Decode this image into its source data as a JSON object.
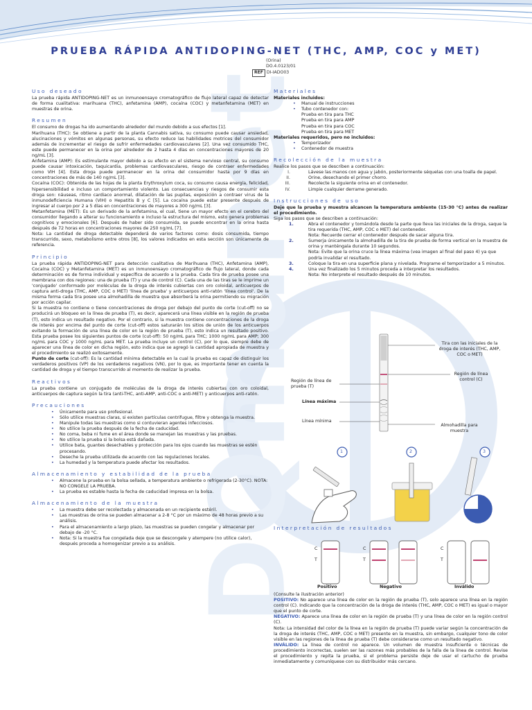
{
  "header": {
    "title": "PRUEBA RÁPIDA ANTIDOPING-NET (THC, AMP, COC y MET)",
    "subtitle": "(Orina)",
    "doc_code": "DO.4.0123/01",
    "ref_label": "REF",
    "ref_value": "DI-IADO03"
  },
  "watermark": "DQmunet",
  "sections": {
    "uso": {
      "heading": "Uso deseado",
      "text": "La prueba rápida ANTIDOPING-NET es un inmunoensayo cromatográfico de flujo lateral capaz de detectar de forma cualitativa: marihuana (THC), anfetamina (AMP), cocaína (COC) y metanfetamina (MET) en muestras de orina."
    },
    "resumen": {
      "heading": "Resumen",
      "paragraphs": [
        "El consumo de drogas ha ido aumentando alrededor del mundo debido a sus efectos [1].",
        "Marihuana (THC): Se obtiene a partir de la planta Cannabis sativa, su consumo puede causar ansiedad, alucinaciones y vómitos en algunas personas, su efecto reduce las habilidades motrices del consumidor además de incrementar el riesgo de sufrir enfermedades cardiovasculares [2]. Una vez consumido THC, este puede permanecer en la orina por alrededor de 2 hasta 4 días en concentraciones mayores de 20 ng/mL [3].",
        "Anfetamina (AMP): Es estimulante mayor debido a su efecto en el sistema nervioso central, su consumo puede causar intoxicación, taquicardia, problemas cardiovasculares, riesgo de contraer enfermedades como VIH [4]. Esta droga puede permanecer en la orina del consumidor hasta por 9 días en concentraciones de más de 140 ng/mL [3].",
        "Cocaína (COC): Obtenida de las hojas de la planta Erythroxylum coca, su consumo causa energía, felicidad, hipersensibilidad e incluso un comportamiento violento. Las consecuencias y riesgos de consumir esta droga son: náuseas, ritmo cardiaco anormal, dilatación de las pupilas, exposición a contraer virus de la inmunodeficiencia Humana (VIH) o Hepatitis B y C [5]. La cocaína puede estar presente después de ingresar al cuerpo por 2 a 5 días en concentraciones de mayores a 300 ng/mL [3].",
        "Metanfetamina (MET): Es un derivado de la anfetamina, el cual, tiene un mayor efecto en el cerebro del consumidor llegando a alterar su funcionamiento e incluso la estructura del mismo, esto genera problemas cognitivos y emocionales [6]. Después de haber sido consumida, se puede encontrar en la orina hasta después de 72 horas en concentraciones mayores de 250 ng/mL [7].",
        "Nota: La cantidad de droga detectable dependerá de varios factores como: dosis consumida, tiempo transcurrido, sexo, metabolismo entre otros [8], los valores indicados en esta sección son únicamente de referencia."
      ]
    },
    "principio": {
      "heading": "Principio",
      "paragraphs": [
        "La prueba rápida ANTIDOPING-NET para detección cualitativa de Marihuana (THC), Anfetamina (AMP), Cocaína (COC) y Metanfetamina (MET) es un inmunoensayo cromatográfico de flujo lateral, donde cada determinación es de forma individual y específica de acuerdo a la prueba. Cada tira de prueba posee una membrana con dos regiones: una de prueba (T) y una de control (C). Cada una de las tiras se le imprime un 'conjugado' conformado por moléculas de la droga de interés cubiertas con oro coloidal, anticuerpos de captura anti-droga (THC, AMP, COC o MET) 'línea de prueba' y anticuerpos anti-ratón 'línea control'. De la misma forma cada tira posee una almohadilla de muestra que absorberá la orina permitiendo su migración por acción capilar.",
        "Si la muestra no contiene o tiene concentraciones de droga por debajo del punto de corte (cut-off) no se producirá un bloqueo en la línea de prueba (T), es decir, aparecerá una línea visible en la región de prueba (T), esto indica un resultado negativo. Por el contrario, si la muestra contiene concentraciones de la droga de interés por encima del punto de corte (cut-off) estos saturarán los sitios de unión de los anticuerpos evitando la formación de una línea de color en la región de prueba (T), esto indica un resultado positivo. Esta prueba posee los siguientes puntos de corte (cut-off): 50 ng/mL para THC; 1000 ng/mL para AMP; 300 ng/mL para COC y 1000 ng/mL para MET. La prueba incluye un control (C), por lo que, siempre debe de aparecer una línea de color en dicha región, esto indica que se agregó la cantidad apropiada de muestra y el procedimiento se realizó exitosamente."
      ],
      "cutoff_label": "Punto de corte",
      "cutoff_text": " (cut-off): Es la cantidad mínima detectable en la cual la prueba es capaz de distinguir los verdaderos positivos (VP) de los verdaderos negativos (VN), por lo que, es importante tener en cuenta la cantidad de droga y el tiempo transcurrido al momento de realizar la prueba."
    },
    "reactivos": {
      "heading": "Reactivos",
      "text": "La prueba contiene un conjugado de moléculas de la droga de interés cubiertas con oro coloidal, anticuerpos de captura según la tira (anti-THC, anti-AMP, anti-COC o anti-MET) y anticuerpos anti-ratón."
    },
    "precauciones": {
      "heading": "Precauciones",
      "items": [
        "Únicamente para uso profesional.",
        "Sólo utilice muestras claras, si existen partículas centrifugue, filtre y obtenga la muestra.",
        "Manipule todas las muestras como si contuvieran agentes infecciosos.",
        "No utilice la prueba después de la fecha de caducidad.",
        "No coma, beba ni fume en el área donde se manejan las muestras y las pruebas.",
        "No utilice la prueba si la bolsa está dañada.",
        "Utilice bata, guantes desechables y protección para los ojos cuando las muestras se estén procesando.",
        "Deseche la prueba utilizada de acuerdo con las regulaciones locales.",
        "La humedad y la temperatura puede afectar los resultados."
      ]
    },
    "almacen_prueba": {
      "heading": "Almacenamiento y estabilidad de la prueba",
      "items": [
        "Almacene la prueba en la bolsa sellada, a temperatura ambiente o refrigerada (2-30°C). NOTA: NO CONGELE LA PRUEBA.",
        "La prueba es estable hasta la fecha de caducidad impresa en la bolsa."
      ]
    },
    "almacen_muestra": {
      "heading": "Almacenamiento de la muestra",
      "items": [
        "La muestra debe ser recolectada y almacenada en un recipiente estéril.",
        "Las muestras de orina se pueden almacenar a 2-8 °C por un máximo de 48 horas previo a su análisis.",
        "Para el almacenamiento a largo plazo, las muestras se pueden congelar y almacenar por debajo de -20 °C.",
        "Nota: Si la muestra fue congelada deje que se descongele y atempere (no utilice calor), después proceda a homogenizar previo a su análisis."
      ]
    },
    "materiales": {
      "heading": "Materiales",
      "included_label": "Materiales incluidos:",
      "included": [
        "Manual de instrucciones",
        "Tubo contenedor con:"
      ],
      "tube_contents": [
        "Prueba en tira para THC",
        "Prueba en tira para AMP",
        "Prueba en tira para COC",
        "Prueba en tira para MET"
      ],
      "required_label": "Materiales requeridos, pero no incluidos:",
      "required": [
        "Temporizador",
        "Contenedor de muestra"
      ]
    },
    "recoleccion": {
      "heading": "Recolección de la muestra",
      "intro": "Realice los pasos que se describen a continuación:",
      "items": [
        {
          "n": "I.",
          "text": "Lávese las manos con agua y jabón, posteriormente séquelas con una toalla de papel."
        },
        {
          "n": "II.",
          "text": "Orine, desechando el primer chorro."
        },
        {
          "n": "III.",
          "text": "Recolecte la siguiente orina en el contenedor."
        },
        {
          "n": "IV.",
          "text": "Limpie cualquier derrame generado."
        }
      ]
    },
    "instrucciones": {
      "heading": "Instrucciones de uso",
      "warning": "Deje que la prueba y muestra alcancen la temperatura ambiente (15-30 °C) antes de realizar el procedimiento.",
      "intro": "Siga los pasos que se describen a continuación:",
      "steps": [
        {
          "n": "1.",
          "text": "Abra el contenedor y tomándola desde la parte que lleva las iniciales de la droga, saque la tira requerida (THC, AMP, COC o MET) del contenedor.",
          "note": "Nota: Recuerde cerrar el contenedor después de sacar alguna tira."
        },
        {
          "n": "2.",
          "text": "Sumerja únicamente la almohadilla de la tira de prueba de forma vertical en la muestra de orina y manténgala durante 10 segundos.",
          "note": "Nota: Evite que la orina cruce la línea máxima (vea imagen al final del paso 4) ya que podría invalidar el resultado."
        },
        {
          "n": "3.",
          "text": "Coloque la tira en una superficie plana y nivelada. Programe el temporizador a 5 minutos.",
          "note": ""
        },
        {
          "n": "4.",
          "text": "Una vez finalizado los 5 minutos proceda a interpretar los resultados.",
          "note": "Nota: No interprete el resultado después de 10 minutos."
        }
      ]
    },
    "diagram": {
      "label_top": "Tira con las iniciales de la droga de interés (THC, AMP, COC o MET)",
      "label_control": "Región de línea control (C)",
      "label_test": "Región de línea de prueba (T)",
      "label_max": "Línea máxima",
      "label_min": "Línea mínima",
      "label_pad": "Almohadilla para muestra"
    },
    "procedure_steps": [
      "1",
      "2",
      "3"
    ],
    "interpretacion": {
      "heading": "Interpretación de resultados",
      "c_label": "C",
      "t_label": "T",
      "labels": [
        "Positivo",
        "Negativo",
        "Inválido"
      ],
      "consult": "(Consulte la ilustración anterior)",
      "pos_label": "POSITIVO:",
      "pos_text": " No aparece una línea de color en la región de prueba (T), solo aparece una línea en la región control (C). Indicando que la concentración de la droga de interés (THC, AMP, COC o MET) es igual o mayor que el punto de corte.",
      "neg_label": "NEGATIVO:",
      "neg_text": " Aparece una línea de color en la región de prueba (T) y una línea de color en la región control (C).",
      "neg_note": "Nota: La intensidad del color de la línea en la región de prueba (T) puede variar según la concentración de la droga de interés (THC, AMP, COC o MET) presente en la muestra, sin embargo, cualquier tono de color visible en las regiones de la línea de prueba (T) debe considerarse como un resultado negativo.",
      "inv_label": "INVÁLIDO:",
      "inv_text": " La línea de control no aparece. Un volumen de muestra insuficiente o técnicas de procedimiento incorrectas, suelen ser las razones más probables de la falla de la línea de control. Revise el procedimiento y repita la prueba, si el problema persiste deje de usar el cartucho de prueba inmediatamente y comuníquese con su distribuidor más cercano."
    }
  },
  "colors": {
    "heading": "#3b5bb1",
    "title": "#2d3d94",
    "line_red": "#b5245a",
    "line_pink": "#d98a9c",
    "watermark": "#dfe8f5"
  }
}
